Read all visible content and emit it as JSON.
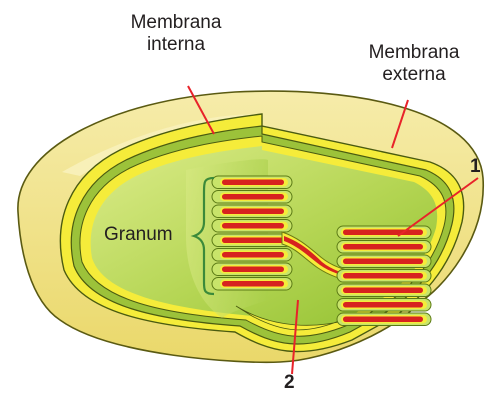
{
  "labels": {
    "inner_membrane": [
      "Membrana",
      "interna"
    ],
    "outer_membrane": [
      "Membrana",
      "externa"
    ],
    "granum": "Granum",
    "marker_1": "1",
    "marker_2": "2"
  },
  "colors": {
    "outer_membrane": "#f2e388",
    "outer_membrane_edge": "#5a5a12",
    "membrane_yellow": "#f5ec3a",
    "stroma_light": "#cfe57a",
    "stroma_dark": "#8fbf2e",
    "thylakoid_lumen": "#d7231f",
    "thylakoid_disc": "#c8e46a",
    "leader_line": "#e8232a",
    "brace": "#3b8a3a",
    "text": "#231f20"
  },
  "grana_stacks": [
    {
      "name": "left-granum",
      "disc_count": 8
    },
    {
      "name": "right-granum",
      "disc_count": 7
    }
  ]
}
